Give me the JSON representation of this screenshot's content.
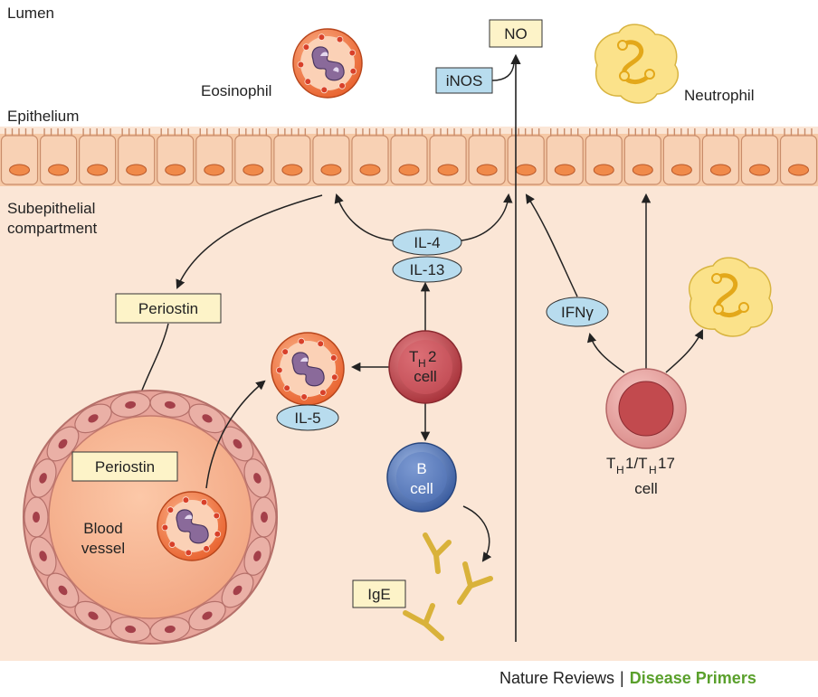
{
  "regions": {
    "lumen": "Lumen",
    "epithelium": "Epithelium",
    "subepithelial_line1": "Subepithelial",
    "subepithelial_line2": "compartment"
  },
  "cells": {
    "eosinophil": "Eosinophil",
    "neutrophil": "Neutrophil",
    "th2_T": "T",
    "th2_H": "H",
    "th2_num": "2",
    "th2_cell": "cell",
    "b_B": "B",
    "b_cell": "cell",
    "th1_T1": "T",
    "th1_H1": "H",
    "th1_mid": "1/T",
    "th1_H2": "H",
    "th1_end": "17",
    "th1_cell": "cell",
    "blood_line1": "Blood",
    "blood_line2": "vessel"
  },
  "molecules": {
    "no": "NO",
    "inos": "iNOS",
    "il4": "IL-4",
    "il13": "IL-13",
    "il5": "IL-5",
    "ifng": "IFNγ",
    "periostin_1": "Periostin",
    "periostin_2": "Periostin",
    "ige": "IgE"
  },
  "credit": {
    "journal": "Nature Reviews",
    "separator": "|",
    "series": "Disease Primers"
  },
  "colors": {
    "lumen_bg": "#ffffff",
    "tissue_bg": "#fbe6d6",
    "epithelial_cell": "#f6c9a6",
    "epithelial_nucleus": "#f08a4a",
    "eosinophil": "#f0703c",
    "cytokine_blue": "#b8dcee",
    "label_box": "#fdf3c8",
    "th2_red": "#c0424a",
    "b_cell_blue": "#4a6fb2",
    "neutrophil_yellow": "#fbe28a",
    "series_green": "#5aa02c"
  }
}
